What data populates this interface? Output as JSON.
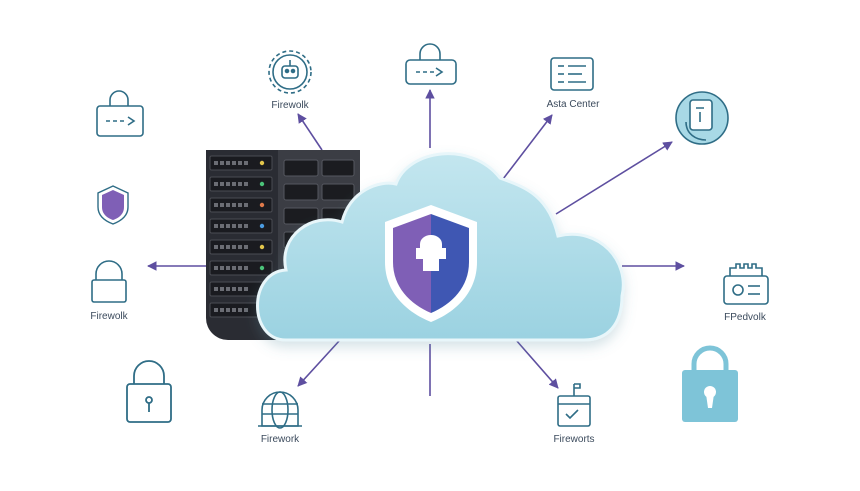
{
  "colors": {
    "icon_stroke": "#2f6d86",
    "arrow": "#5e4fa0",
    "cloud_fill": "#a8d9e6",
    "shield_purple": "#7f5fb6",
    "shield_blue": "#3f57b3",
    "server_body": "#2a2c33",
    "lock_fill": "#7ec4d8"
  },
  "labels": {
    "top_left": "Firewolk",
    "top_right": "Asta Center",
    "mid_left": "Firewolk",
    "mid_right": "FPedvolk",
    "bottom_left": "Firework",
    "bottom_right": "Fireworts"
  },
  "icons": [
    "padlock-icon",
    "gear-robot-icon",
    "lock-card-icon",
    "document-list-icon",
    "hand-key-icon",
    "small-shield-icon",
    "padlock-outline-icon",
    "id-card-icon",
    "large-padlock-icon",
    "globe-icon",
    "mailbox-icon",
    "filled-padlock-icon",
    "shield-lock-icon",
    "server-rack-icon",
    "cloud-icon"
  ]
}
